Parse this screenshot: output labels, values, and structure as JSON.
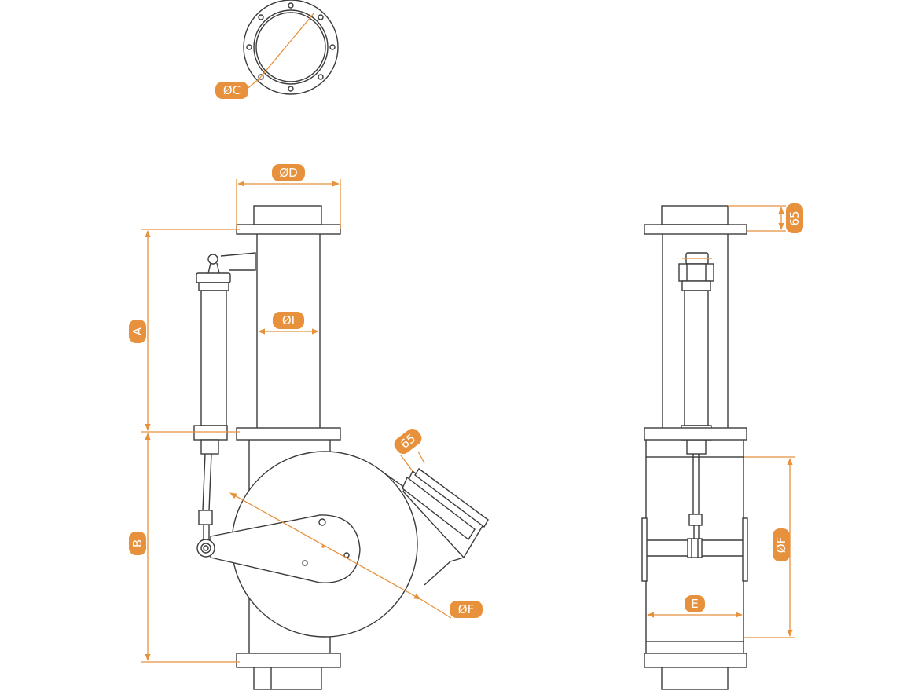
{
  "colors": {
    "line": "#3b3b3b",
    "dimension": "#e8913d",
    "label_text": "#ffffff",
    "background": "#ffffff"
  },
  "labels": {
    "phi_c": "ØC",
    "phi_d": "ØD",
    "phi_i": "ØI",
    "a": "A",
    "b": "B",
    "flange_65_front": "65",
    "phi_f_front": "ØF",
    "flange_65_side": "65",
    "phi_f_side": "ØF",
    "e": "E"
  }
}
